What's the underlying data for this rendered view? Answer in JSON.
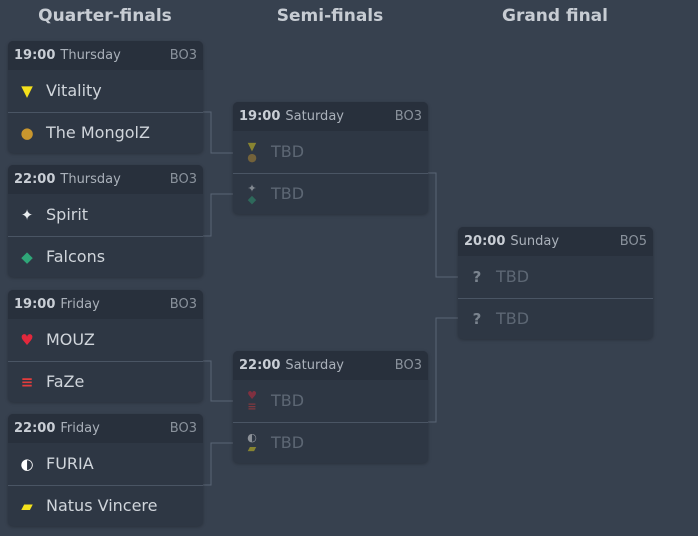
{
  "columns": [
    "Quarter-finals",
    "Semi-finals",
    "Grand final"
  ],
  "quarterfinals": [
    {
      "time": "19:00",
      "day": "Thursday",
      "format": "BO3",
      "teams": [
        {
          "name": "Vitality",
          "logo": "vitality"
        },
        {
          "name": "The MongolZ",
          "logo": "mongolz"
        }
      ]
    },
    {
      "time": "22:00",
      "day": "Thursday",
      "format": "BO3",
      "teams": [
        {
          "name": "Spirit",
          "logo": "spirit"
        },
        {
          "name": "Falcons",
          "logo": "falcons"
        }
      ]
    },
    {
      "time": "19:00",
      "day": "Friday",
      "format": "BO3",
      "teams": [
        {
          "name": "MOUZ",
          "logo": "mouz"
        },
        {
          "name": "FaZe",
          "logo": "faze"
        }
      ]
    },
    {
      "time": "22:00",
      "day": "Friday",
      "format": "BO3",
      "teams": [
        {
          "name": "FURIA",
          "logo": "furia"
        },
        {
          "name": "Natus Vincere",
          "logo": "navi"
        }
      ]
    }
  ],
  "semifinals": [
    {
      "time": "19:00",
      "day": "Saturday",
      "format": "BO3",
      "teams": [
        {
          "name": "TBD",
          "logos": [
            "vitality",
            "mongolz"
          ]
        },
        {
          "name": "TBD",
          "logos": [
            "spirit",
            "falcons"
          ]
        }
      ]
    },
    {
      "time": "22:00",
      "day": "Saturday",
      "format": "BO3",
      "teams": [
        {
          "name": "TBD",
          "logos": [
            "mouz",
            "faze"
          ]
        },
        {
          "name": "TBD",
          "logos": [
            "furia",
            "navi"
          ]
        }
      ]
    }
  ],
  "final": {
    "time": "20:00",
    "day": "Sunday",
    "format": "BO5",
    "teams": [
      {
        "name": "TBD",
        "logo": "question"
      },
      {
        "name": "TBD",
        "logo": "question"
      }
    ]
  },
  "colors": {
    "vitality": "#f5e11b",
    "mongolz": "#c8962e",
    "spirit": "#e8ecef",
    "falcons": "#2fa678",
    "mouz": "#e3283c",
    "faze": "#e43c3c",
    "furia": "#ffffff",
    "navi": "#f4e21c",
    "question": "#7a838e"
  }
}
